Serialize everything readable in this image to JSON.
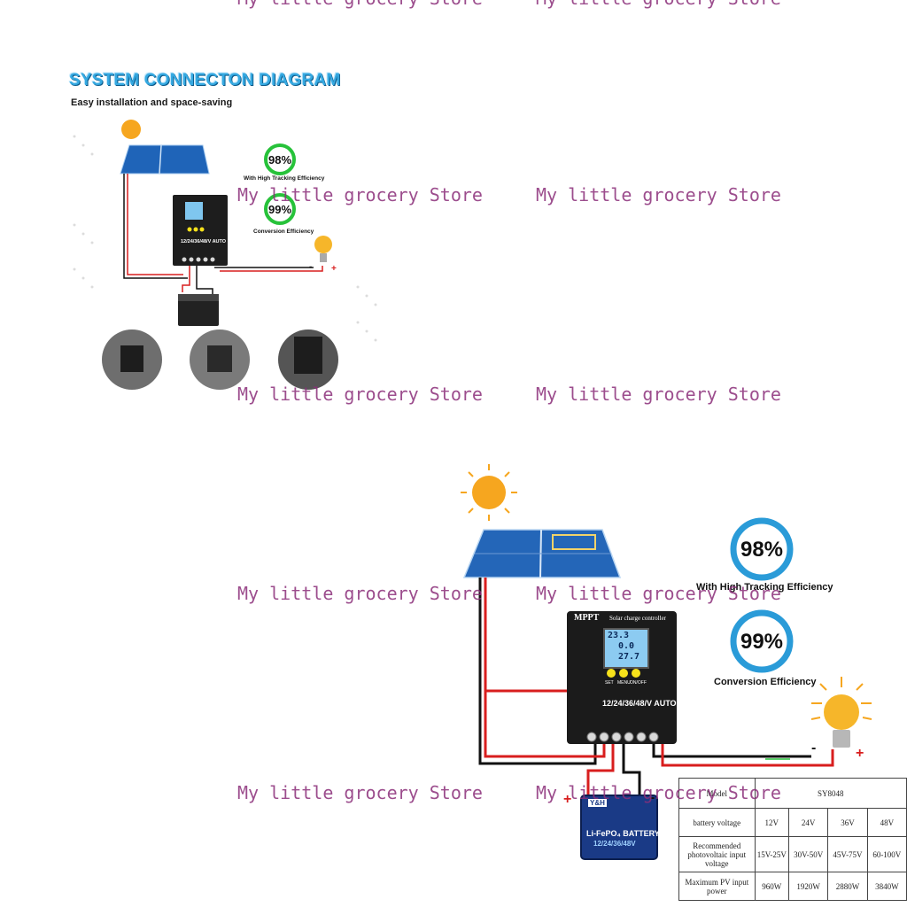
{
  "watermark": {
    "text": "My little grocery Store"
  },
  "top": {
    "title": "SYSTEM CONNECTON DIAGRAM",
    "subtitle": "Easy installation and space-saving",
    "eff1_value": "98%",
    "eff1_label": "With High Tracking Efficiency",
    "eff2_value": "99%",
    "eff2_label": "Conversion Efficiency",
    "controller_label": "12/24/36/48/V AUTO",
    "minus": "-",
    "plus": "+"
  },
  "bottom": {
    "eff1_value": "98%",
    "eff1_label": "With High Tracking Efficiency",
    "eff2_value": "99%",
    "eff2_label": "Conversion Efficiency",
    "controller_brand": "MPPT",
    "controller_subtitle": "Solar charge controller",
    "controller_label": "12/24/36/48/V AUTO",
    "lcd_lines": [
      "23.3",
      "0.0",
      "27.7"
    ],
    "buttons": [
      "SET",
      "MENU",
      "ON/OFF"
    ],
    "battery_brand": "Y&H",
    "battery_title": "Li-FePO₄ BATTERY",
    "battery_volts": "12/24/36/48V",
    "minus": "-",
    "plus": "+",
    "table": {
      "header_left": "Model",
      "header_right": "SY8048",
      "rows": [
        {
          "label": "battery voltage",
          "values": [
            "12V",
            "24V",
            "36V",
            "48V"
          ]
        },
        {
          "label": "Recommended photovoltaic input voltage",
          "values": [
            "15V-25V",
            "30V-50V",
            "45V-75V",
            "60-100V"
          ]
        },
        {
          "label": "Maximum PV input power",
          "values": [
            "960W",
            "1920W",
            "2880W",
            "3840W"
          ]
        }
      ]
    }
  },
  "colors": {
    "accent": "#36a9e1",
    "ring": "#2a9bd8",
    "wire_red": "#d81e1e",
    "wire_black": "#111111",
    "watermark": "#8b2f7a",
    "green_ring": "#27c23a"
  }
}
